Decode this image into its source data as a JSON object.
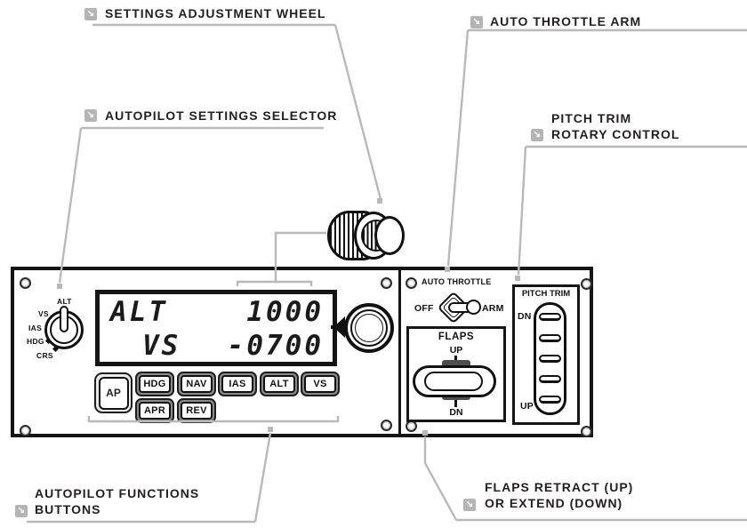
{
  "icons": {
    "callout_arrow": "↘"
  },
  "colors": {
    "ink": "#1a1a1a",
    "leader_line": "#b9b9b9",
    "marker": "#b9b9b9",
    "tab_gray": "#4d4d4d"
  },
  "callouts": {
    "settings_adjustment_wheel": {
      "label": "SETTINGS ADJUSTMENT WHEEL"
    },
    "auto_throttle_arm": {
      "label": "AUTO THROTTLE ARM"
    },
    "autopilot_settings_selector": {
      "label": "AUTOPILOT SETTINGS SELECTOR"
    },
    "pitch_trim_rotary_control": {
      "line1": "PITCH TRIM",
      "line2": "ROTARY CONTROL"
    },
    "autopilot_functions_buttons": {
      "line1": "AUTOPILOT FUNCTIONS",
      "line2": "BUTTONS"
    },
    "flaps_retract_extend": {
      "line1": "FLAPS RETRACT (UP)",
      "line2": "OR EXTEND (DOWN)"
    }
  },
  "panel": {
    "selector": {
      "positions": [
        "ALT",
        "VS",
        "IAS",
        "HDG",
        "CRS"
      ],
      "selected": "ALT"
    },
    "display": {
      "row1": {
        "label": "ALT",
        "value": "1000"
      },
      "row2": {
        "label": "VS",
        "value": "-0700"
      }
    },
    "buttons": {
      "ap": "AP",
      "row1": [
        "HDG",
        "NAV",
        "IAS",
        "ALT",
        "VS"
      ],
      "row2": [
        "APR",
        "REV"
      ]
    },
    "auto_throttle": {
      "title": "AUTO THROTTLE",
      "off": "OFF",
      "arm": "ARM"
    },
    "flaps": {
      "title": "FLAPS",
      "up": "UP",
      "down": "DN"
    },
    "pitch_trim": {
      "title": "PITCH TRIM",
      "down": "DN",
      "up": "UP"
    }
  }
}
